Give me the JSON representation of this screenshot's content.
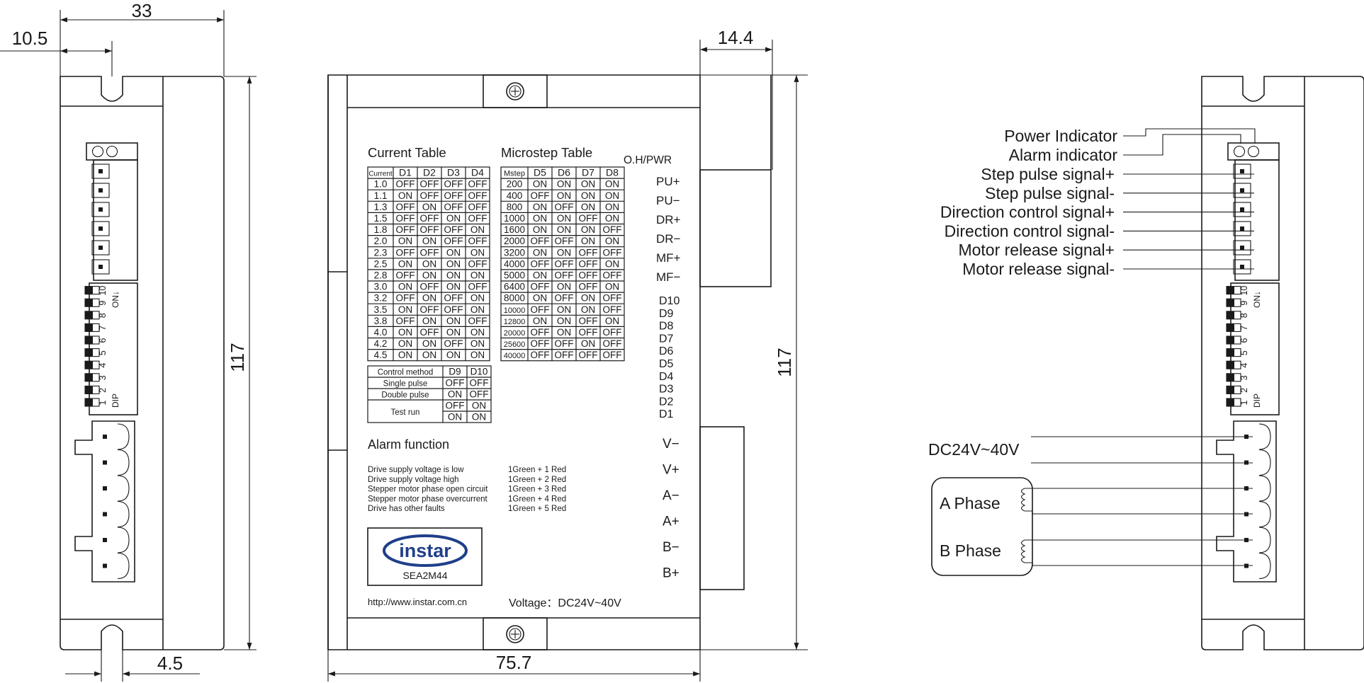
{
  "dimensions": {
    "side_width": "33",
    "slot_offset": "10.5",
    "slot_bottom": "4.5",
    "height_left": "117",
    "height_right": "117",
    "front_width": "75.7",
    "terminal_offset": "14.4"
  },
  "current_table": {
    "title": "Current Table",
    "headers": [
      "Current",
      "D1",
      "D2",
      "D3",
      "D4"
    ],
    "rows": [
      [
        "1.0",
        "OFF",
        "OFF",
        "OFF",
        "OFF"
      ],
      [
        "1.1",
        "ON",
        "OFF",
        "OFF",
        "OFF"
      ],
      [
        "1.3",
        "OFF",
        "ON",
        "OFF",
        "OFF"
      ],
      [
        "1.5",
        "OFF",
        "OFF",
        "ON",
        "OFF"
      ],
      [
        "1.8",
        "OFF",
        "OFF",
        "OFF",
        "ON"
      ],
      [
        "2.0",
        "ON",
        "ON",
        "OFF",
        "OFF"
      ],
      [
        "2.3",
        "OFF",
        "OFF",
        "ON",
        "ON"
      ],
      [
        "2.5",
        "ON",
        "ON",
        "ON",
        "OFF"
      ],
      [
        "2.8",
        "OFF",
        "ON",
        "ON",
        "ON"
      ],
      [
        "3.0",
        "ON",
        "OFF",
        "ON",
        "OFF"
      ],
      [
        "3.2",
        "OFF",
        "ON",
        "OFF",
        "ON"
      ],
      [
        "3.5",
        "ON",
        "OFF",
        "OFF",
        "ON"
      ],
      [
        "3.8",
        "OFF",
        "ON",
        "ON",
        "OFF"
      ],
      [
        "4.0",
        "ON",
        "OFF",
        "ON",
        "ON"
      ],
      [
        "4.2",
        "ON",
        "ON",
        "OFF",
        "ON"
      ],
      [
        "4.5",
        "ON",
        "ON",
        "ON",
        "ON"
      ]
    ]
  },
  "microstep_table": {
    "title": "Microstep Table",
    "headers": [
      "Mstep",
      "D5",
      "D6",
      "D7",
      "D8"
    ],
    "rows": [
      [
        "200",
        "ON",
        "ON",
        "ON",
        "ON"
      ],
      [
        "400",
        "OFF",
        "ON",
        "ON",
        "ON"
      ],
      [
        "800",
        "ON",
        "OFF",
        "ON",
        "ON"
      ],
      [
        "1000",
        "ON",
        "ON",
        "OFF",
        "ON"
      ],
      [
        "1600",
        "ON",
        "ON",
        "ON",
        "OFF"
      ],
      [
        "2000",
        "OFF",
        "OFF",
        "ON",
        "ON"
      ],
      [
        "3200",
        "ON",
        "ON",
        "OFF",
        "OFF"
      ],
      [
        "4000",
        "OFF",
        "OFF",
        "OFF",
        "ON"
      ],
      [
        "5000",
        "ON",
        "OFF",
        "OFF",
        "OFF"
      ],
      [
        "6400",
        "OFF",
        "ON",
        "OFF",
        "ON"
      ],
      [
        "8000",
        "ON",
        "OFF",
        "ON",
        "OFF"
      ],
      [
        "10000",
        "OFF",
        "ON",
        "ON",
        "OFF"
      ],
      [
        "12800",
        "ON",
        "ON",
        "OFF",
        "ON"
      ],
      [
        "20000",
        "OFF",
        "ON",
        "OFF",
        "OFF"
      ],
      [
        "25600",
        "OFF",
        "OFF",
        "ON",
        "OFF"
      ],
      [
        "40000",
        "OFF",
        "OFF",
        "OFF",
        "OFF"
      ]
    ]
  },
  "control_table": {
    "headers": [
      "Control method",
      "D9",
      "D10"
    ],
    "single": [
      "Single pulse",
      "OFF",
      "OFF"
    ],
    "double": [
      "Double pulse",
      "ON",
      "OFF"
    ],
    "test_label": "Test run",
    "test_rows": [
      [
        "OFF",
        "ON"
      ],
      [
        "ON",
        "ON"
      ]
    ]
  },
  "alarm": {
    "title": "Alarm function",
    "items": [
      {
        "desc": "Drive supply voltage is low",
        "code": "1Green + 1 Red"
      },
      {
        "desc": "Drive supply voltage high",
        "code": "1Green + 2 Red"
      },
      {
        "desc": "Stepper motor phase open circuit",
        "code": "1Green + 3 Red"
      },
      {
        "desc": "Stepper motor phase overcurrent",
        "code": "1Green + 4 Red"
      },
      {
        "desc": "Drive has other faults",
        "code": "1Green + 5 Red"
      }
    ]
  },
  "logo": {
    "brand": "instar",
    "model": "SEA2M44"
  },
  "url": "http://www.instar.com.cn",
  "voltage": "Voltage：DC24V~40V",
  "front_labels": {
    "ohpwr": "O.H/PWR",
    "signals": [
      "PU+",
      "PU−",
      "DR+",
      "DR−",
      "MF+",
      "MF−"
    ],
    "dips": [
      "D10",
      "D9",
      "D8",
      "D7",
      "D6",
      "D5",
      "D4",
      "D3",
      "D2",
      "D1"
    ],
    "power": [
      "V−",
      "V+",
      "A−",
      "A+",
      "B−",
      "B+"
    ]
  },
  "dip_switch": {
    "numbers": [
      "1",
      "2",
      "3",
      "4",
      "5",
      "6",
      "7",
      "8",
      "9",
      "10"
    ],
    "dip_label": "DIP",
    "on_label": "ON↓"
  },
  "wiring": {
    "indicators": [
      "Power Indicator",
      "Alarm indicator"
    ],
    "signals": [
      "Step pulse signal+",
      "Step pulse signal-",
      "Direction control signal+",
      "Direction control signal-",
      "Motor release signal+",
      "Motor release signal-"
    ],
    "supply": "DC24V~40V",
    "phase_a": "A Phase",
    "phase_b": "B Phase"
  }
}
